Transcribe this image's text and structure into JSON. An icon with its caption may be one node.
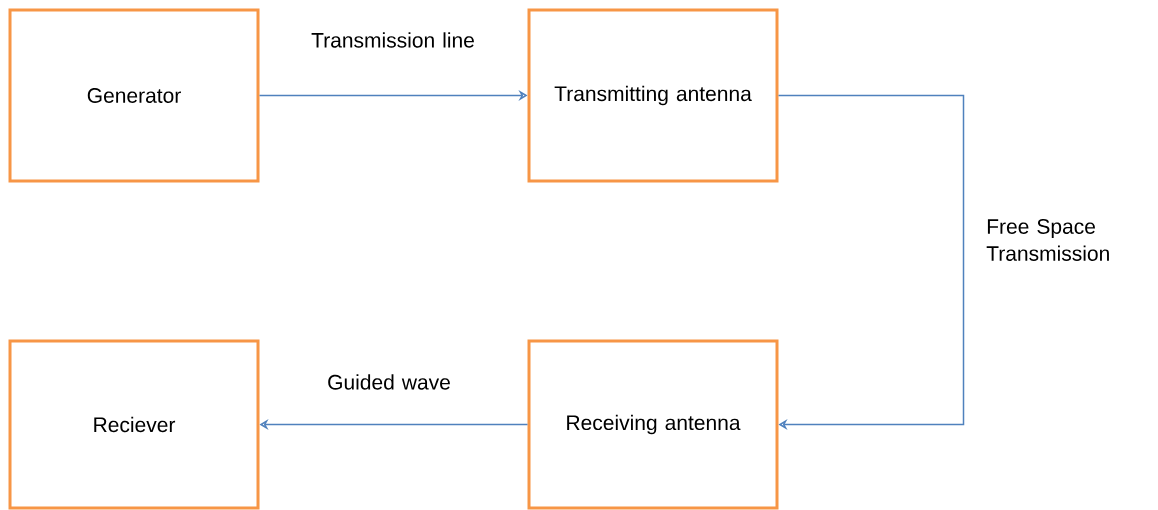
{
  "diagram": {
    "nodes": [
      {
        "text": [
          "Generator"
        ]
      },
      {
        "text": [
          "Transmitting antenna"
        ]
      },
      {
        "text": [
          "Receiving antenna"
        ]
      },
      {
        "text": [
          "Reciever"
        ]
      }
    ],
    "edges": [
      {
        "from": 0,
        "to": 1,
        "arrow": "to",
        "label": "Transmission line"
      },
      {
        "from": 1,
        "to": 2,
        "arrow": "to",
        "label": "Free Space Transmission"
      },
      {
        "from": 2,
        "to": 3,
        "arrow": "to",
        "label": "Guided wave"
      }
    ]
  }
}
